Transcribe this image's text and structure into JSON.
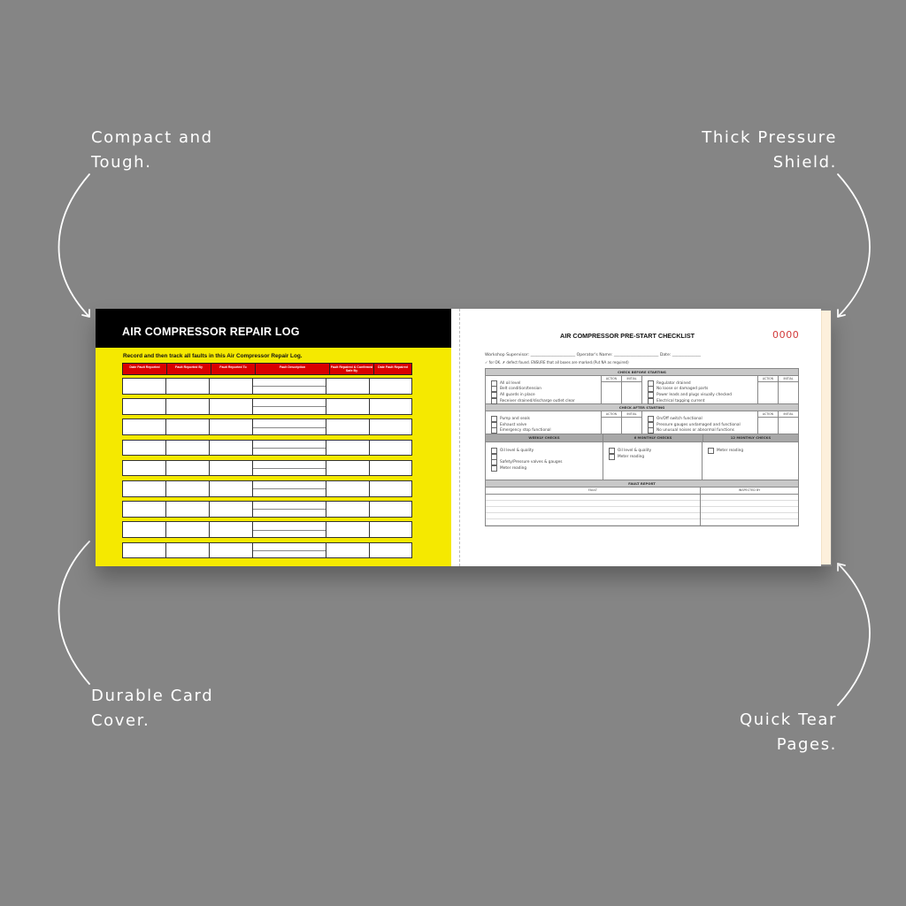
{
  "annotations": {
    "top_left": [
      "Compact and",
      "Tough."
    ],
    "top_right": [
      "Thick Pressure",
      "Shield."
    ],
    "bottom_left": [
      "Durable Card",
      "Cover."
    ],
    "bottom_right": [
      "Quick Tear",
      "Pages."
    ]
  },
  "colors": {
    "background": "#858585",
    "cover_yellow": "#f5e900",
    "header_red": "#d90000",
    "number_red": "#d23a3a"
  },
  "left_page": {
    "title": "AIR COMPRESSOR REPAIR LOG",
    "subtitle": "Record and then track all faults in this Air Compressor Repair Log.",
    "columns": [
      "Date Fault Reported",
      "Fault Reported By",
      "Fault Reported To",
      "Fault Description",
      "Fault Repaired & Confirmed Safe By",
      "Date Fault Repaired"
    ],
    "row_count": 9
  },
  "right_page": {
    "title": "AIR COMPRESSOR PRE-START CHECKLIST",
    "number": "0000",
    "fields_line": "Workshop Supervisor: ______________________   Operator's Name: ______________________   Date: ______________",
    "legend": "✓ for OK.  ✗ defect found. ENSURE that all boxes are marked.(Put NA as required)",
    "action_label": "ACTION",
    "initial_label": "INITIAL",
    "check_before": {
      "heading": "CHECK BEFORE STARTING",
      "left_items": [
        "All oil level",
        "Belt condition/tension",
        "All guards in place",
        "Receiver drained/discharge outlet clear"
      ],
      "right_items": [
        "Regulator drained",
        "No loose or damaged parts",
        "Power leads and plugs visually checked",
        "Electrical tagging current"
      ]
    },
    "check_after": {
      "heading": "CHECK AFTER STARTING",
      "left_items": [
        "Pump and seals",
        "Exhaust valve",
        "Emergency stop functional"
      ],
      "right_items": [
        "On/Off switch functional",
        "Pressure gauges undamaged and functional",
        "No unusual noises or abnormal functions"
      ]
    },
    "periodic": {
      "weekly_heading": "WEEKLY CHECKS",
      "six_month_heading": "6 MONTHLY CHECKS",
      "twelve_month_heading": "12 MONTHLY CHECKS",
      "weekly_items": [
        "Oil level & quality",
        "",
        "Safety/Pressure valves & gauges",
        "Meter reading"
      ],
      "six_month_items": [
        "Oil level & quality",
        "Meter reading"
      ],
      "twelve_month_items": [
        "Meter reading"
      ]
    },
    "fault_report": {
      "heading": "FAULT REPORT",
      "fault_col": "FAULT",
      "inspected_col": "INSPECTED BY",
      "line_count": 5
    }
  }
}
